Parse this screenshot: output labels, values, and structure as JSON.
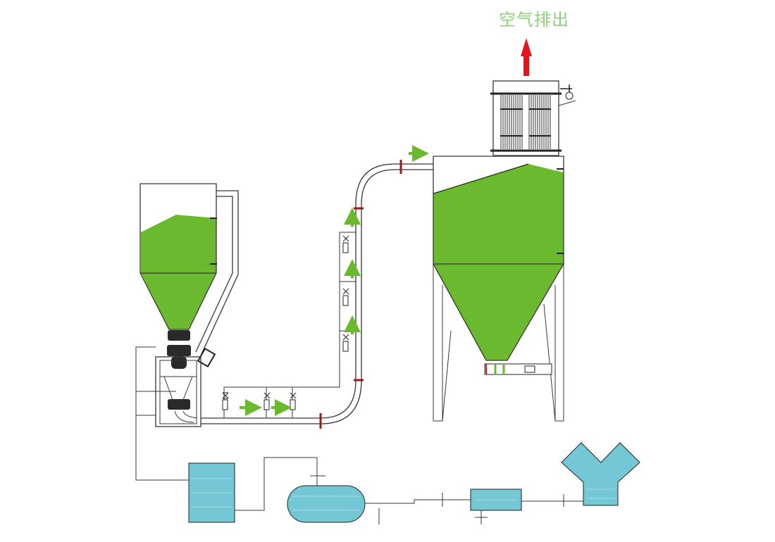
{
  "diagram": {
    "exhaust_label": "空气排出",
    "colors": {
      "material": "#6ab92e",
      "water": "#74c8d6",
      "exhaust_arrow": "#e8141b",
      "flow_arrow": "#6ab92e",
      "label": "#8fd07a"
    },
    "icons": [
      "silo",
      "rotary-valve",
      "air-valve",
      "filter",
      "water-tank",
      "pressure-vessel",
      "flow-arrow",
      "exhaust-arrow"
    ]
  }
}
